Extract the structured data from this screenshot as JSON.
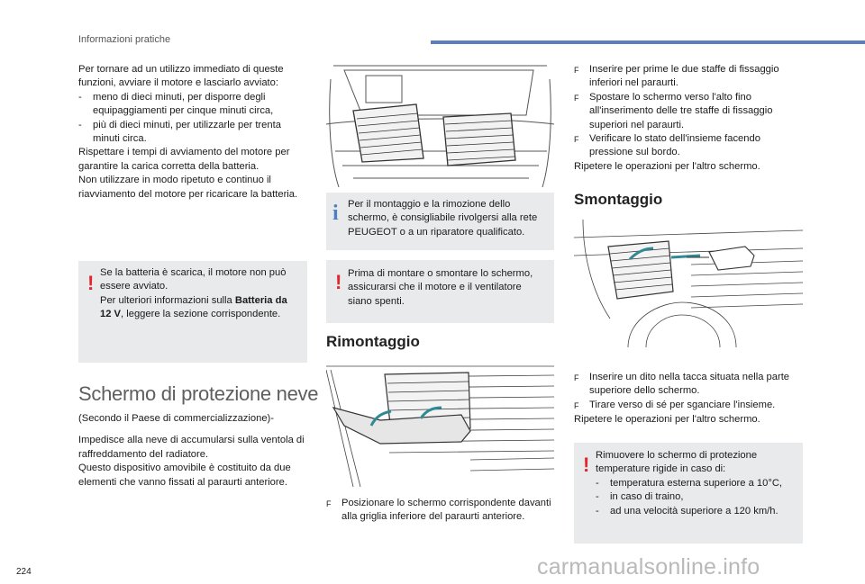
{
  "header": {
    "title": "Informazioni pratiche"
  },
  "page_number": "224",
  "watermark": "carmanualsonline.info",
  "bullet_glyph": "F",
  "left": {
    "intro": "Per tornare ad un utilizzo immediato di queste funzioni, avviare il motore e lasciarlo avviato:",
    "dash_items": [
      "meno di dieci minuti, per disporre degli equipaggiamenti per cinque minuti circa,",
      "più di dieci minuti, per utilizzarle per trenta minuti circa."
    ],
    "dash_glyph": "-",
    "para_rispettare": "Rispettare i tempi di avviamento del motore per garantire la carica corretta della batteria.",
    "para_non_utilizzare": "Non utilizzare in modo ripetuto e continuo il riavviamento del motore per ricaricare la batteria.",
    "warning": {
      "line1": "Se la batteria è scarica, il motore non può essere avviato.",
      "line2_prefix": "Per ulteriori informazioni sulla ",
      "line2_bold": "Batteria da 12 V",
      "line2_suffix": ", leggere la sezione corrispondente."
    },
    "section_title": "Schermo di protezione neve",
    "note": "(Secondo il Paese di commercializzazione)-",
    "para_impedisce": "Impedisce alla neve di accumularsi sulla ventola di raffreddamento del radiatore.",
    "para_dispositivo": "Questo dispositivo amovibile è costituito da due elementi che vanno fissati al paraurti anteriore."
  },
  "middle": {
    "info_box": "Per il montaggio e la rimozione dello schermo, è consigliabile rivolgersi alla rete PEUGEOT o a un riparatore qualificato.",
    "warning_box": "Prima di montare o smontare lo schermo, assicurarsi che il motore e il ventilatore siano spenti.",
    "subhead": "Rimontaggio",
    "step": "Posizionare lo schermo corrispondente davanti alla griglia inferiore del paraurti anteriore."
  },
  "right": {
    "steps_top": [
      "Inserire per prime le due staffe di fissaggio inferiori nel paraurti.",
      "Spostare lo schermo verso l'alto fino all'inserimento delle tre staffe di fissaggio superiori nel paraurti.",
      "Verificare lo stato dell'insieme facendo pressione sul bordo."
    ],
    "repeat_top": "Ripetere le operazioni per l'altro schermo.",
    "subhead": "Smontaggio",
    "steps_bottom": [
      "Inserire un dito nella tacca situata nella parte superiore dello schermo.",
      "Tirare verso di sé per sganciare l'insieme."
    ],
    "repeat_bottom": "Ripetere le operazioni per l'altro schermo.",
    "warning": {
      "intro": "Rimuovere lo schermo di protezione temperature rigide in caso di:",
      "items": [
        "temperatura esterna superiore a 10°C,",
        "in caso di traino,",
        "ad una velocità superiore a 120 km/h."
      ]
    }
  },
  "colors": {
    "accent_bar": "#5b7fbe",
    "warning": "#e3262d",
    "info": "#4f7fc2",
    "box_bg": "#e9eaeb",
    "arrow": "#2f8a94"
  }
}
